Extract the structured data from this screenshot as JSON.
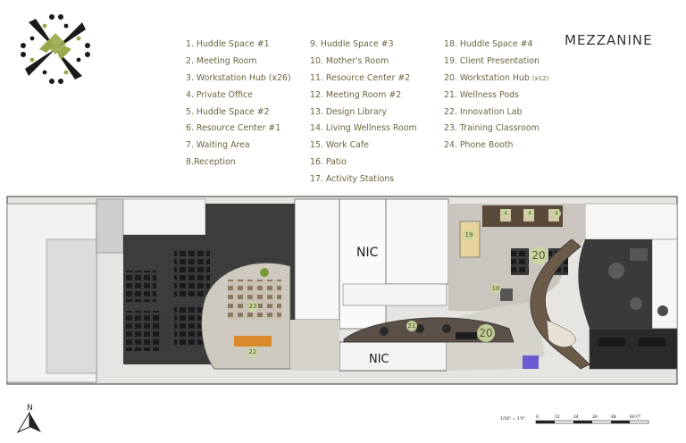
{
  "title": "MEZZANINE",
  "legend": {
    "col1": [
      "1. Huddle Space #1",
      "2. Meeting Room",
      "3. Workstation Hub (x26)",
      "4. Private Office",
      "5. Huddle Space #2",
      "6. Resource Center #1",
      "7. Waiting Area",
      "8.Reception"
    ],
    "col2": [
      "9. Huddle Space #3",
      "10. Mother's Room",
      "11. Resource Center #2",
      "12. Meeting Room #2",
      "13. Design Library",
      "14. Living Wellness Room",
      "15. Work Cafe",
      "16. Patio",
      "17. Activity Stations"
    ],
    "col3": [
      "18. Huddle Space #4",
      "19. Client Presentation",
      "20. Workstation Hub",
      "21. Wellness Pods",
      "22. Innovation Lab",
      "23. Training Classroom",
      "24. Phone Booth"
    ],
    "col3_suffix": "(x12)"
  },
  "plan": {
    "nic_labels": [
      "NIC",
      "NIC"
    ],
    "markers": {
      "m23": "23",
      "m22": "22",
      "m21": "21",
      "m20a": "20",
      "m20b": "20",
      "m19": "19",
      "m18": "18",
      "m4a": "4",
      "m4b": "4",
      "m4c": "4"
    }
  },
  "north": "N",
  "scale": {
    "label": "1/16\" = 1'0\"",
    "ticks": [
      "0",
      "12",
      "24",
      "36",
      "48",
      "60 FT"
    ]
  },
  "colors": {
    "legend_text": "#6b6340",
    "logo_green": "#9aa84a",
    "marker_fill": "#c9d7a0",
    "floor_dark": "#3c3c3c",
    "floor_light": "#d6d3cd"
  }
}
